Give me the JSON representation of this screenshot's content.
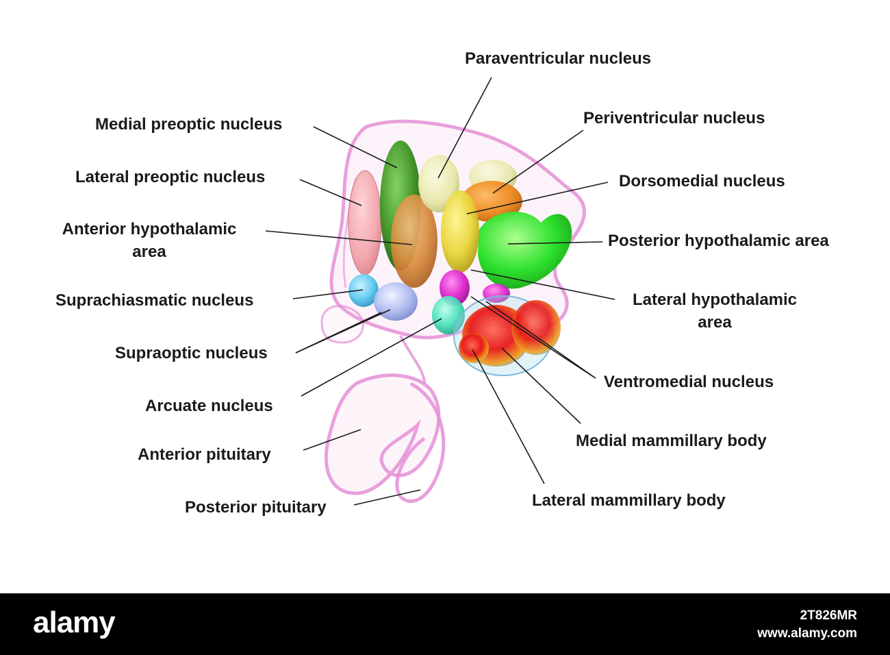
{
  "labels": {
    "paraventricular": "Paraventricular nucleus",
    "medial_preoptic": "Medial preoptic nucleus",
    "periventricular": "Periventricular nucleus",
    "lateral_preoptic": "Lateral preoptic nucleus",
    "dorsomedial": "Dorsomedial nucleus",
    "anterior_hypothalamic_1": "Anterior hypothalamic",
    "anterior_hypothalamic_2": "area",
    "posterior_hypothalamic": "Posterior hypothalamic area",
    "suprachiasmatic": "Suprachiasmatic nucleus",
    "lateral_hypothalamic_1": "Lateral hypothalamic",
    "lateral_hypothalamic_2": "area",
    "supraoptic": "Supraoptic nucleus",
    "ventromedial": "Ventromedial nucleus",
    "arcuate": "Arcuate nucleus",
    "medial_mammillary": "Medial mammillary body",
    "anterior_pituitary": "Anterior pituitary",
    "lateral_mammillary": "Lateral mammillary body",
    "posterior_pituitary": "Posterior pituitary"
  },
  "footer": {
    "brand": "alamy",
    "image_id": "2T826MR",
    "url": "www.alamy.com"
  },
  "colors": {
    "outline": "#e58fd6",
    "medial_preoptic": "#3a8f1f",
    "lateral_preoptic": "#f2a0a6",
    "anterior_hypothalamic": "#d8893a",
    "paraventricular": "#e6e6a6",
    "periventricular": "#ee8a1f",
    "dorsomedial": "#e8d63a",
    "posterior_hypothalamic": "#22e022",
    "lateral_hypothalamic": "#dd22cc",
    "ventromedial": "#dd22cc",
    "suprachiasmatic": "#5ac8ee",
    "supraoptic": "#a8b8f0",
    "arcuate": "#40e0b8",
    "mammillary": "#e81818"
  }
}
